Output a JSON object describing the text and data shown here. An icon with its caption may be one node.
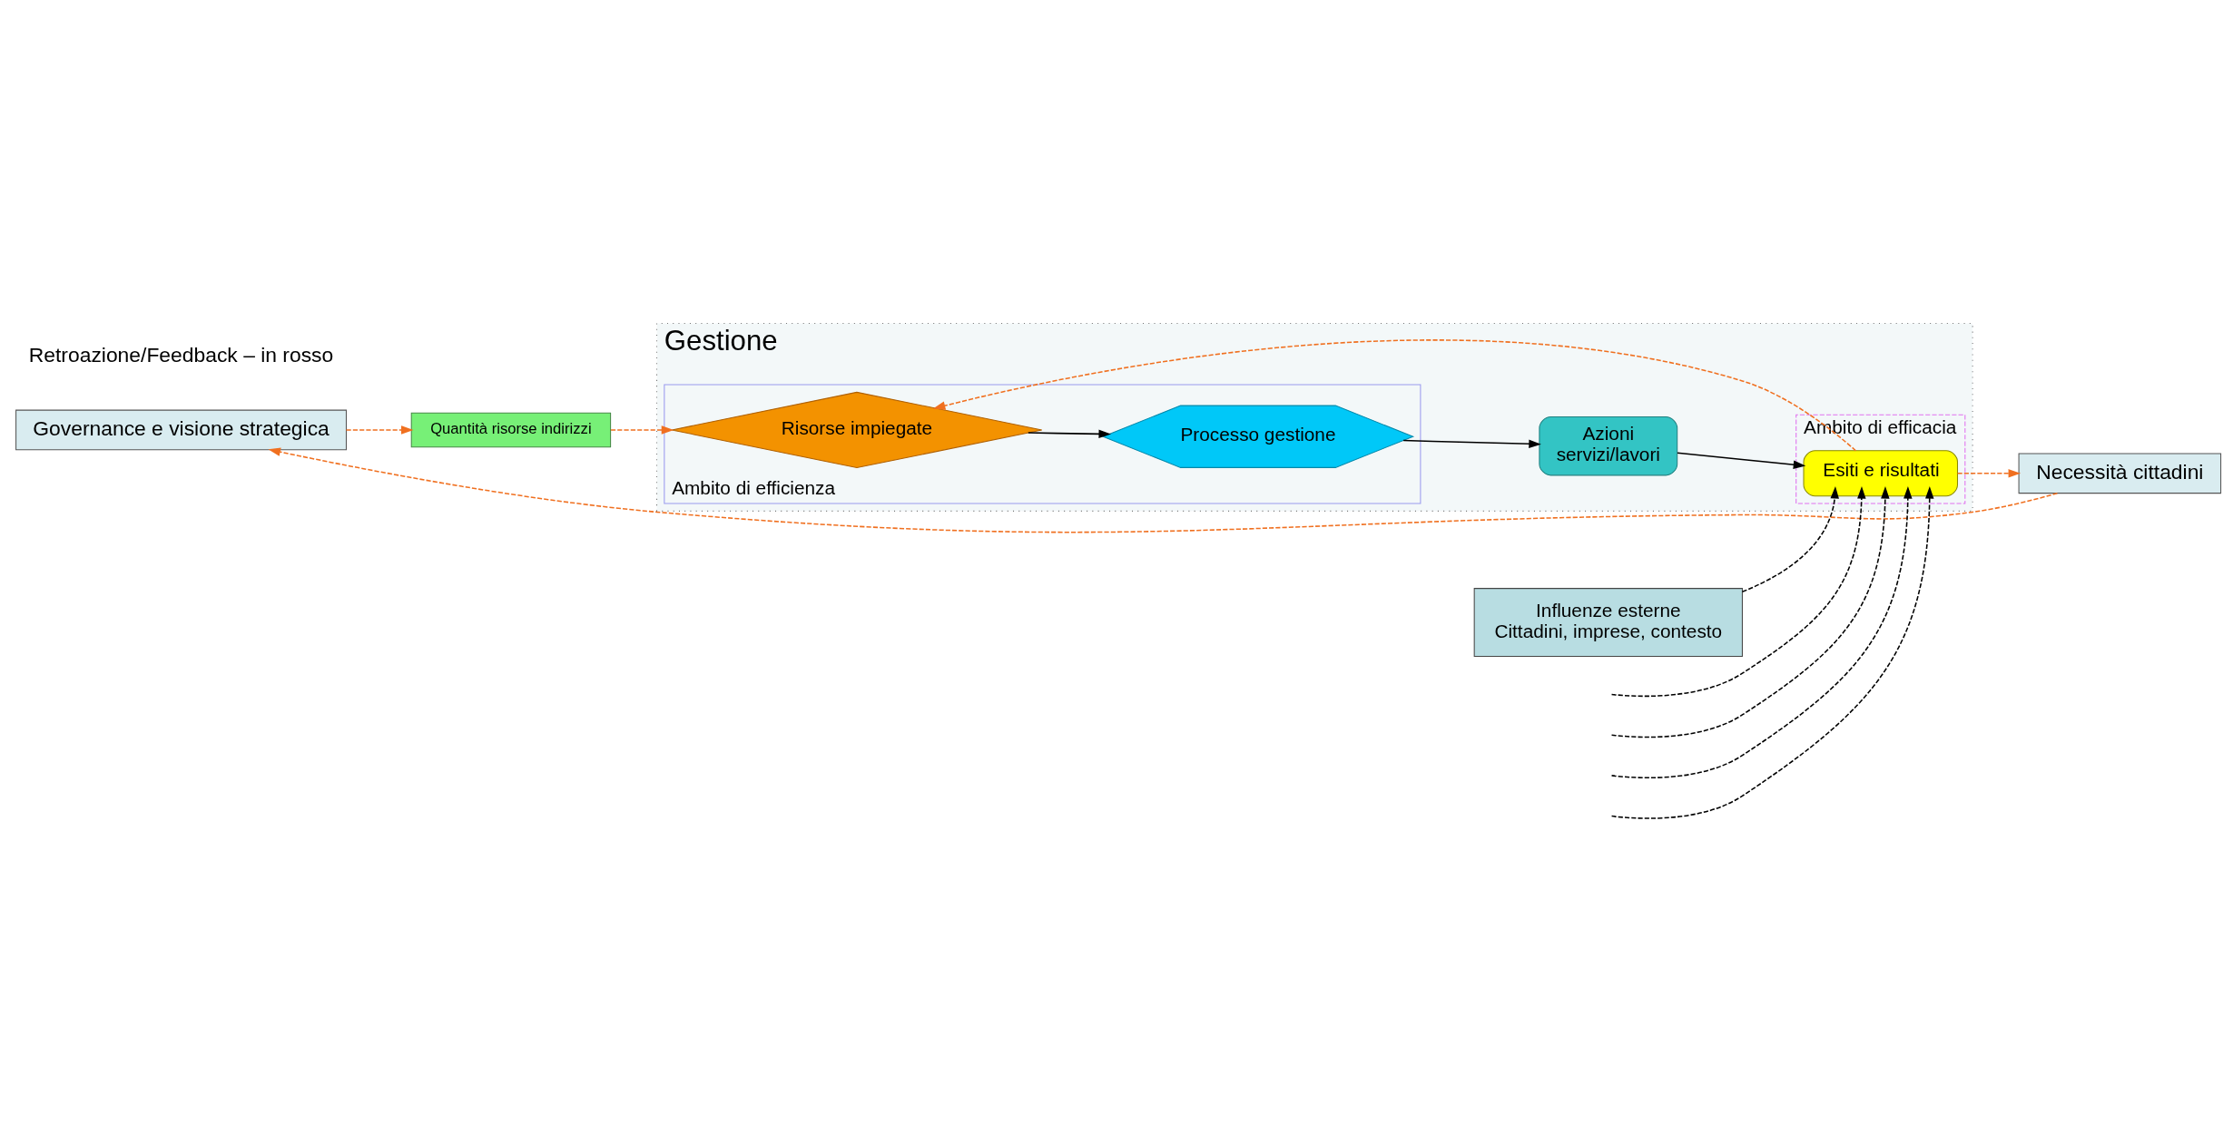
{
  "diagram": {
    "nodes": [
      {
        "text": [
          "Governance e visione strategica"
        ]
      },
      {
        "text": [
          "Necessità cittadini"
        ]
      },
      {
        "text": [
          "Quantità risorse indirizzi"
        ]
      },
      {
        "text": [
          "Gestione"
        ]
      },
      {
        "text": [
          "Ambito di efficienza"
        ],
        "in": 3
      },
      {
        "text": [
          "Ambito di efficacia"
        ],
        "in": 3
      },
      {
        "text": [
          "Risorse impiegate"
        ],
        "in": 4
      },
      {
        "text": [
          "Processo gestione"
        ],
        "in": 4
      },
      {
        "text": [
          "Azioni",
          "servizi/lavori"
        ],
        "in": 3
      },
      {
        "text": [
          "Esiti e risultati"
        ],
        "in": 5
      },
      {
        "text": [
          "Influenze esterne",
          "Cittadini, imprese, contesto"
        ]
      }
    ],
    "edges": [
      {
        "from": 1,
        "to": 0,
        "arrow": "to",
        "style": "dashed",
        "color": "#f07020"
      },
      {
        "from": 0,
        "to": 2,
        "arrow": "to",
        "style": "dashed",
        "color": "#f07020"
      },
      {
        "from": 2,
        "to": 6,
        "arrow": "to",
        "style": "dashed",
        "color": "#f07020"
      },
      {
        "from": 6,
        "to": 7,
        "arrow": "to",
        "color": "#000000"
      },
      {
        "from": 7,
        "to": 8,
        "arrow": "to",
        "color": "#000000"
      },
      {
        "from": 8,
        "to": 9,
        "arrow": "to",
        "color": "#000000"
      },
      {
        "from": 9,
        "to": 1,
        "arrow": "to",
        "style": "dashed",
        "color": "#f07020"
      },
      {
        "from": 9,
        "to": 6,
        "arrow": "to",
        "style": "dashed",
        "color": "#f07020"
      },
      {
        "from": 10,
        "to": 9,
        "arrow": "to",
        "style": "dashed",
        "color": "#000000"
      },
      {
        "from": null,
        "to": 9,
        "arrow": "to",
        "style": "dashed",
        "color": "#000000"
      },
      {
        "from": null,
        "to": 9,
        "arrow": "to",
        "style": "dashed",
        "color": "#000000"
      },
      {
        "from": null,
        "to": 9,
        "arrow": "to",
        "style": "dashed",
        "color": "#000000"
      },
      {
        "from": null,
        "to": 9,
        "arrow": "to",
        "style": "dashed",
        "color": "#000000"
      }
    ],
    "labels": [
      "Retroazione/Feedback – in rosso"
    ]
  }
}
